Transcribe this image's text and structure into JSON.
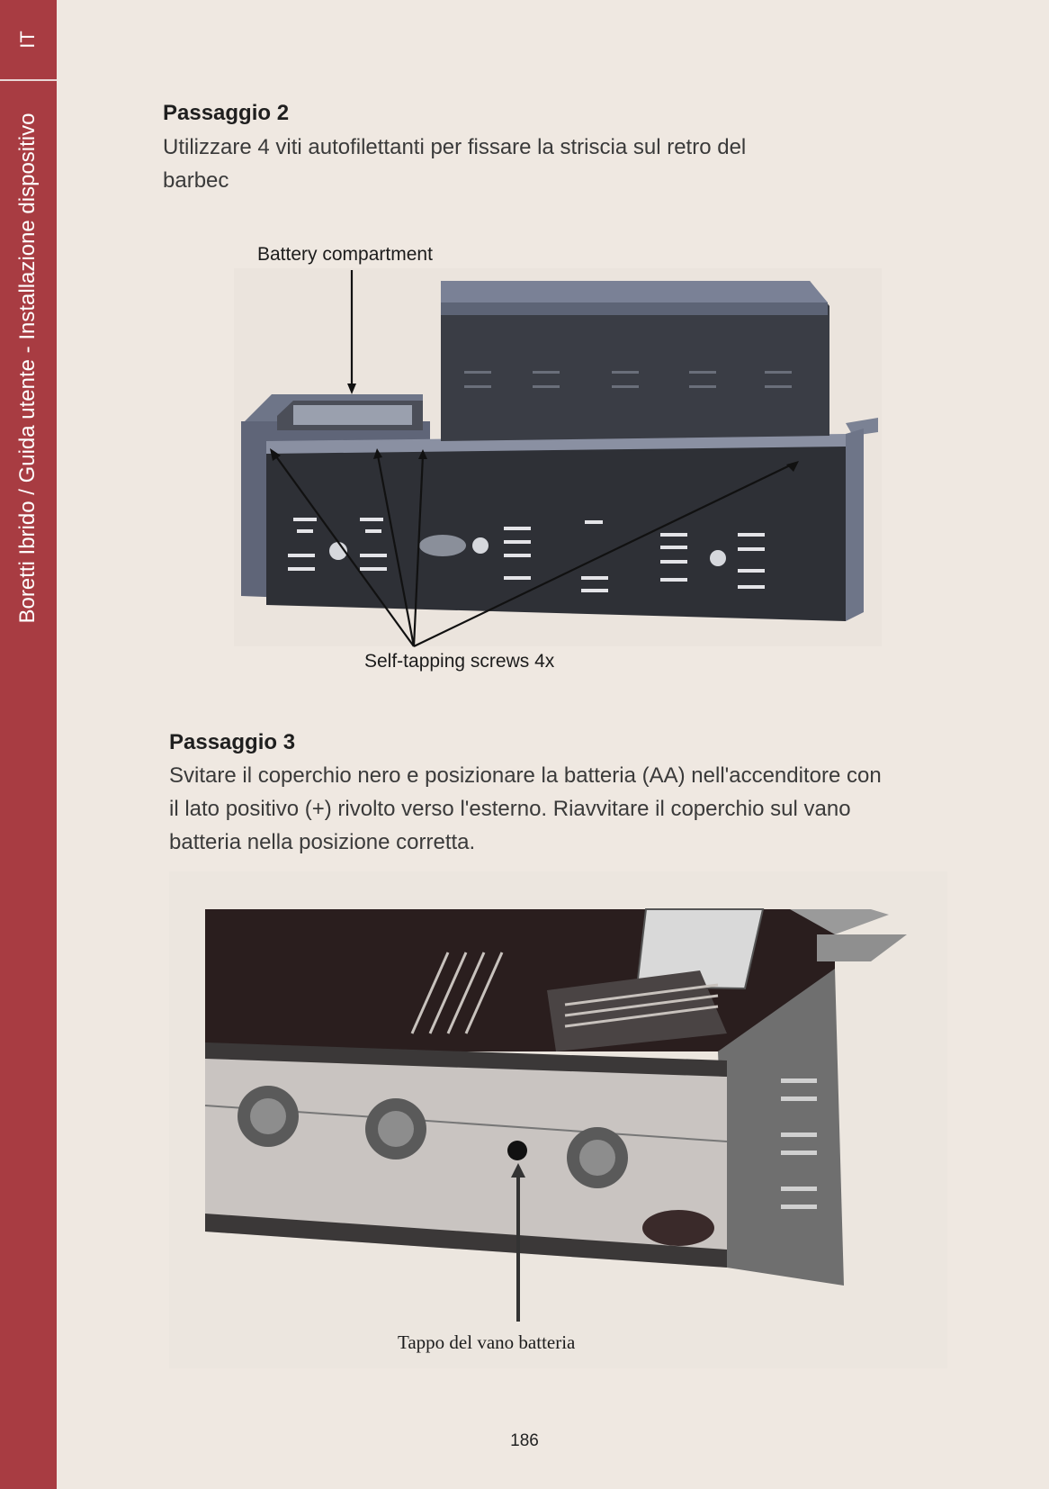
{
  "sidebar": {
    "language": "IT",
    "section": "Boretti Ibrido / Guida utente - Installazione dispositivo"
  },
  "step2": {
    "title": "Passaggio 2",
    "text": "Utilizzare 4 viti autofilettanti per fissare la striscia sul retro del barbec",
    "figure": {
      "label_top": "Battery compartment",
      "label_bottom": "Self-tapping screws 4x"
    }
  },
  "step3": {
    "title": "Passaggio 3",
    "text": "Svitare il coperchio nero e posizionare la batteria (AA) nell'accenditore con il lato positivo (+) rivolto verso l'esterno. Riavvitare il coperchio sul vano batteria nella posizione corretta.",
    "figure": {
      "label": "Tappo del vano batteria"
    }
  },
  "footer": {
    "page_number": "186"
  }
}
